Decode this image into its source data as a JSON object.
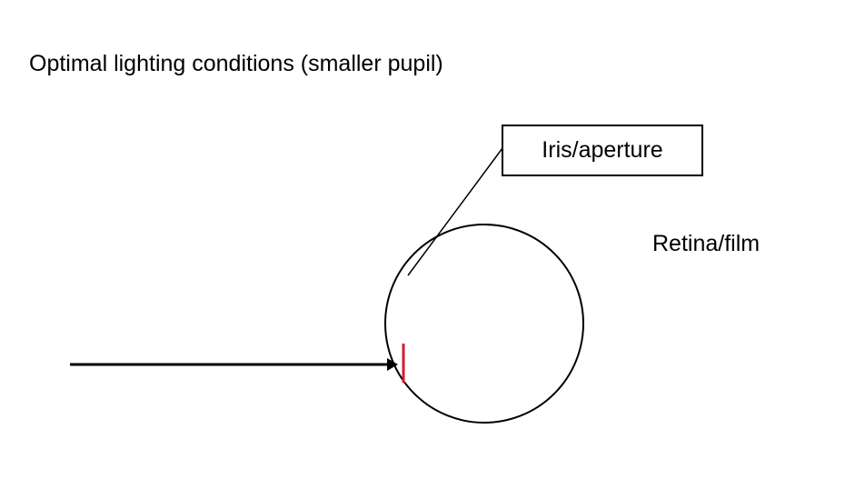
{
  "title": "Optimal lighting conditions (smaller pupil)",
  "labels": {
    "iris": "Iris/aperture",
    "retina": "Retina/film"
  },
  "colors": {
    "pupil": "#d0202e",
    "stroke": "#000000"
  }
}
